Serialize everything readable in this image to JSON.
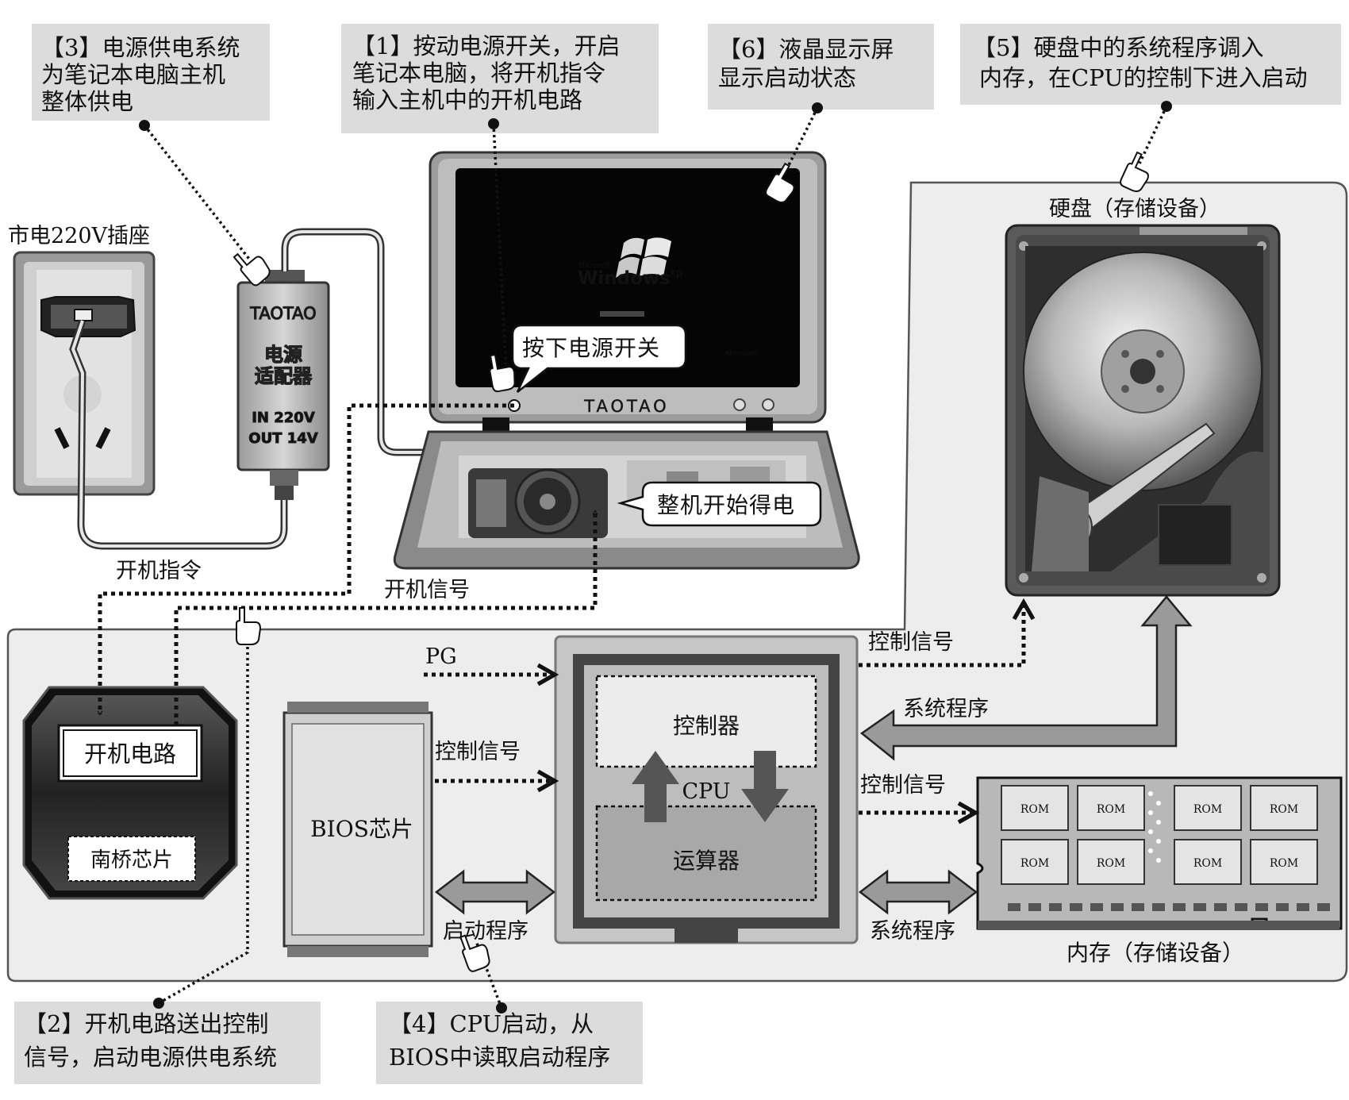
{
  "callouts": {
    "step1": {
      "l1": "【1】按动电源开关，开启",
      "l2": "笔记本电脑，将开机指令",
      "l3": "输入主机中的开机电路"
    },
    "step2": {
      "l1": "【2】开机电路送出控制",
      "l2": "信号，启动电源供电系统"
    },
    "step3": {
      "l1": "【3】电源供电系统",
      "l2": "为笔记本电脑主机",
      "l3": "整体供电"
    },
    "step4": {
      "l1": "【4】CPU启动，从",
      "l2": "BIOS中读取启动程序"
    },
    "step5": {
      "l1": "【5】硬盘中的系统程序调入",
      "l2": "内存，在CPU的控制下进入启动"
    },
    "step6": {
      "l1": "【6】液晶显示屏",
      "l2": "显示启动状态"
    }
  },
  "outlet": {
    "title": "市电220V插座"
  },
  "adapter": {
    "brand": "TAOTAO",
    "name1": "电源",
    "name2": "适配器",
    "in": "IN 220V",
    "out": "OUT 14V"
  },
  "laptop": {
    "os_small": "Microsoft",
    "os_name": "Windows",
    "os_sup": "xp",
    "ms_logo": "Microsoft",
    "brand": "TAOTAO",
    "power_bubble": "按下电源开关",
    "power_on_bubble": "整机开始得电"
  },
  "hdd": {
    "title": "硬盘（存储设备）"
  },
  "mobo": {
    "power_circuit": "开机电路",
    "southbridge": "南桥芯片",
    "bios": "BIOS芯片",
    "controller": "控制器",
    "cpu": "CPU",
    "alu": "运算器",
    "ram_title": "内存（存储设备）",
    "rom": "ROM"
  },
  "signals": {
    "boot_cmd": "开机指令",
    "boot_signal": "开机信号",
    "pg": "PG",
    "ctrl_bios": "控制信号",
    "ctrl_hdd": "控制信号",
    "ctrl_ram": "控制信号",
    "sys_prog_hdd": "系统程序",
    "sys_prog_ram": "系统程序",
    "boot_prog": "启动程序"
  }
}
